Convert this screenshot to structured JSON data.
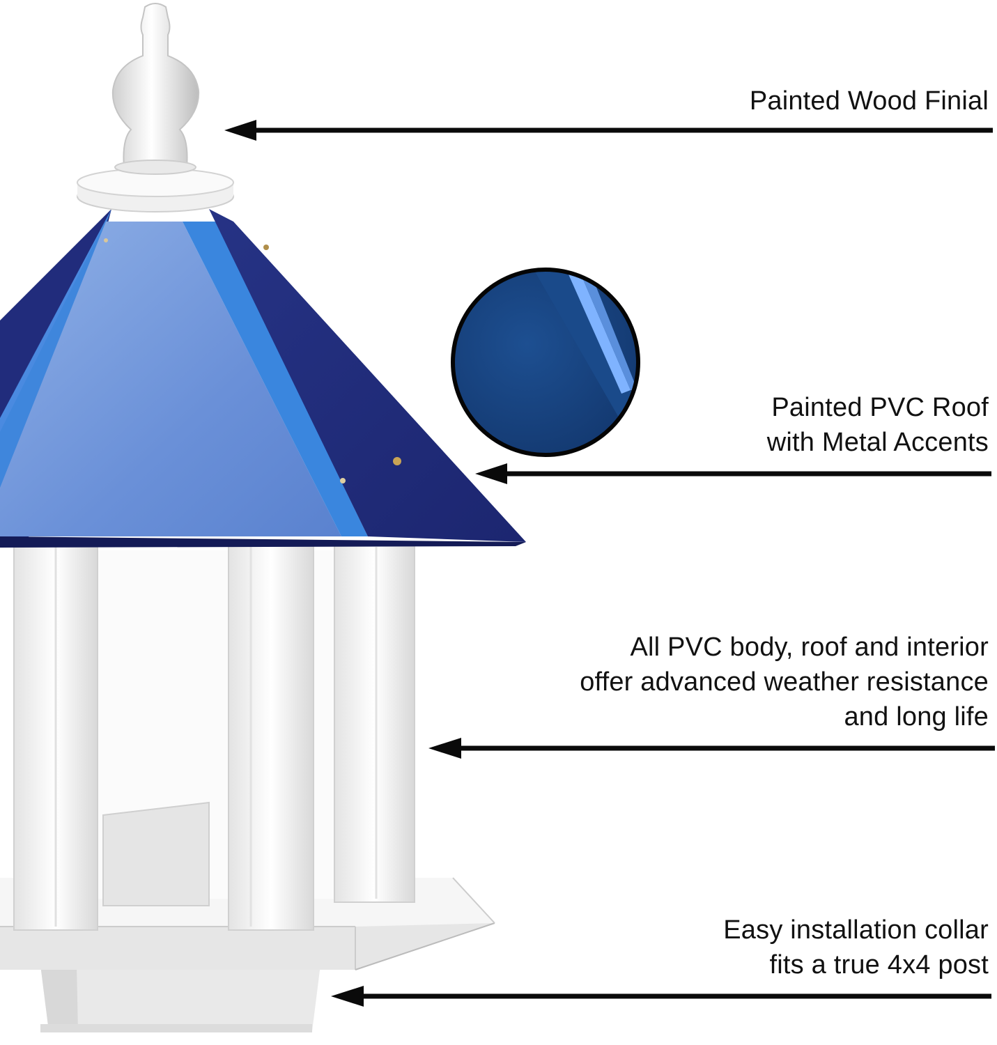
{
  "callouts": {
    "finial": {
      "lines": [
        "Painted Wood Finial"
      ]
    },
    "roof": {
      "lines": [
        "Painted PVC Roof",
        "with Metal Accents"
      ]
    },
    "body": {
      "lines": [
        "All PVC body, roof and interior",
        "offer advanced weather resistance",
        "and long life"
      ]
    },
    "collar": {
      "lines": [
        "Easy installation collar",
        "fits a true 4x4 post"
      ]
    }
  },
  "colors": {
    "roof_dark": "#1f2a7a",
    "roof_light": "#6f93d6",
    "roof_accent": "#3d86d8",
    "body_white": "#f4f4f4",
    "arrow": "#0a0a0a"
  },
  "icons": {
    "swatch": "roof-color-swatch",
    "product": "bird-feeder-illustration"
  }
}
